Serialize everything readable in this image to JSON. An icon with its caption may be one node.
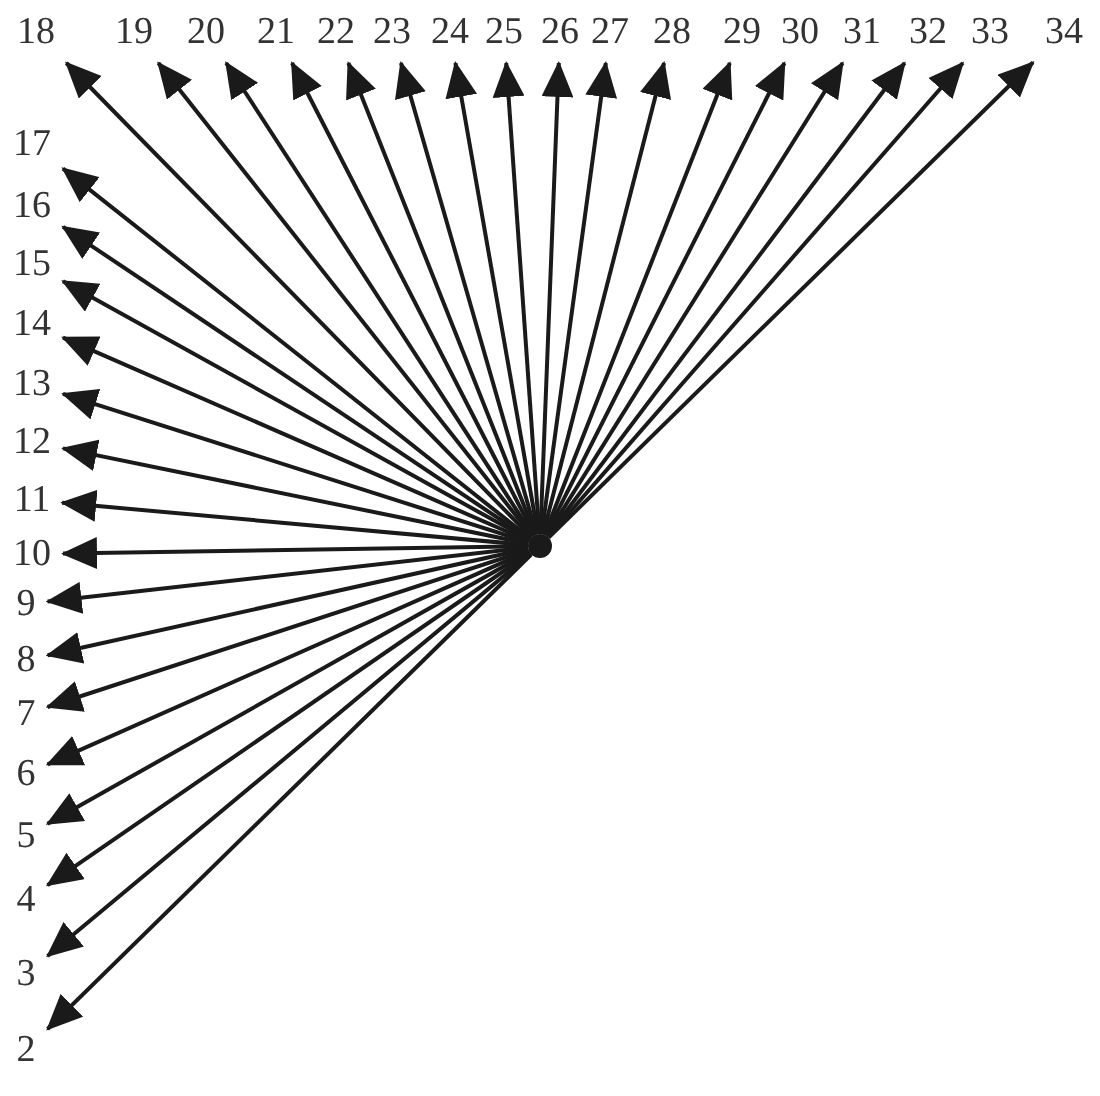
{
  "diagram": {
    "nodes": [
      {
        "text": [
          "18"
        ]
      },
      {
        "text": [
          "19"
        ]
      },
      {
        "text": [
          "20"
        ]
      },
      {
        "text": [
          "21"
        ]
      },
      {
        "text": [
          "22"
        ]
      },
      {
        "text": [
          "23"
        ]
      },
      {
        "text": [
          "24"
        ]
      },
      {
        "text": [
          "25"
        ]
      },
      {
        "text": [
          "26"
        ]
      },
      {
        "text": [
          "27"
        ]
      },
      {
        "text": [
          "28"
        ]
      },
      {
        "text": [
          "29"
        ]
      },
      {
        "text": [
          "30"
        ]
      },
      {
        "text": [
          "31"
        ]
      },
      {
        "text": [
          "32"
        ]
      },
      {
        "text": [
          "33"
        ]
      },
      {
        "text": [
          "34"
        ]
      },
      {
        "text": [
          "17"
        ]
      },
      {
        "text": [
          "16"
        ]
      },
      {
        "text": [
          "15"
        ]
      },
      {
        "text": [
          "14"
        ]
      },
      {
        "text": [
          "13"
        ]
      },
      {
        "text": [
          "12"
        ]
      },
      {
        "text": [
          "11"
        ]
      },
      {
        "text": [
          "10"
        ]
      },
      {
        "text": [
          "9"
        ]
      },
      {
        "text": [
          "8"
        ]
      },
      {
        "text": [
          "7"
        ]
      },
      {
        "text": [
          "6"
        ]
      },
      {
        "text": [
          "5"
        ]
      },
      {
        "text": [
          "4"
        ]
      },
      {
        "text": [
          "3"
        ]
      },
      {
        "text": [
          "2"
        ]
      },
      {
        "text": [],
        "shape": "circle"
      }
    ],
    "edges": [
      {
        "from": 33,
        "to": 0,
        "arrow": "to"
      },
      {
        "from": 33,
        "to": 1,
        "arrow": "to"
      },
      {
        "from": 33,
        "to": 2,
        "arrow": "to"
      },
      {
        "from": 33,
        "to": 3,
        "arrow": "to"
      },
      {
        "from": 33,
        "to": 4,
        "arrow": "to"
      },
      {
        "from": 33,
        "to": 5,
        "arrow": "to"
      },
      {
        "from": 33,
        "to": 6,
        "arrow": "to"
      },
      {
        "from": 33,
        "to": 7,
        "arrow": "to"
      },
      {
        "from": 33,
        "to": 8,
        "arrow": "to"
      },
      {
        "from": 33,
        "to": 9,
        "arrow": "to"
      },
      {
        "from": 33,
        "to": 10,
        "arrow": "to"
      },
      {
        "from": 33,
        "to": 11,
        "arrow": "to"
      },
      {
        "from": 33,
        "to": 12,
        "arrow": "to"
      },
      {
        "from": 33,
        "to": 13,
        "arrow": "to"
      },
      {
        "from": 33,
        "to": 14,
        "arrow": "to"
      },
      {
        "from": 33,
        "to": 15,
        "arrow": "to"
      },
      {
        "from": 33,
        "to": 16,
        "arrow": "to"
      },
      {
        "from": 33,
        "to": 17,
        "arrow": "to"
      },
      {
        "from": 33,
        "to": 18,
        "arrow": "to"
      },
      {
        "from": 33,
        "to": 19,
        "arrow": "to"
      },
      {
        "from": 33,
        "to": 20,
        "arrow": "to"
      },
      {
        "from": 33,
        "to": 21,
        "arrow": "to"
      },
      {
        "from": 33,
        "to": 22,
        "arrow": "to"
      },
      {
        "from": 33,
        "to": 23,
        "arrow": "to"
      },
      {
        "from": 33,
        "to": 24,
        "arrow": "to"
      },
      {
        "from": 33,
        "to": 25,
        "arrow": "to"
      },
      {
        "from": 33,
        "to": 26,
        "arrow": "to"
      },
      {
        "from": 33,
        "to": 27,
        "arrow": "to"
      },
      {
        "from": 33,
        "to": 28,
        "arrow": "to"
      },
      {
        "from": 33,
        "to": 29,
        "arrow": "to"
      },
      {
        "from": 33,
        "to": 30,
        "arrow": "to"
      },
      {
        "from": 33,
        "to": 31,
        "arrow": "to"
      },
      {
        "from": 33,
        "to": 32,
        "arrow": "to"
      }
    ]
  }
}
